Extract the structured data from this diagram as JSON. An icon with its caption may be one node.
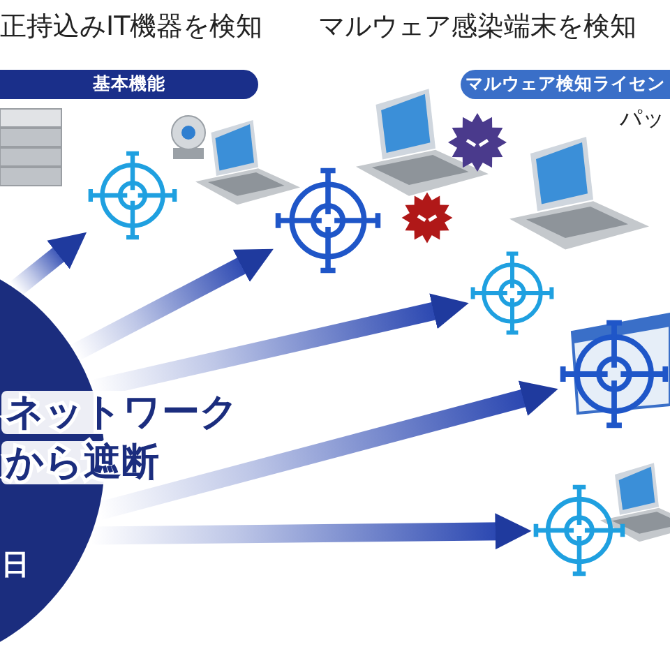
{
  "diagram": {
    "nodes": [
      {
        "text": [
          "基本機能"
        ]
      },
      {
        "text": [
          "マルウェア検知ライセン"
        ]
      },
      {
        "text": [],
        "shape": "picture"
      },
      {
        "text": [],
        "shape": "picture"
      },
      {
        "text": [],
        "shape": "picture"
      },
      {
        "text": [],
        "shape": "picture"
      },
      {
        "text": [
          "ネットワーク",
          "から遮断",
          "日"
        ]
      },
      {
        "text": [],
        "shape": "picture"
      }
    ],
    "edges": [
      {
        "from": 6,
        "to": 2,
        "arrow": "to"
      },
      {
        "from": 6,
        "to": 3,
        "arrow": "to"
      },
      {
        "from": 6,
        "to": 4,
        "arrow": "to"
      },
      {
        "from": 6,
        "to": 5,
        "arrow": "to"
      },
      {
        "from": 6,
        "to": 7,
        "arrow": "to"
      }
    ],
    "labels": [
      "正持込みIT機器を検知",
      "マルウェア感染端末を検知",
      "パッ"
    ]
  }
}
